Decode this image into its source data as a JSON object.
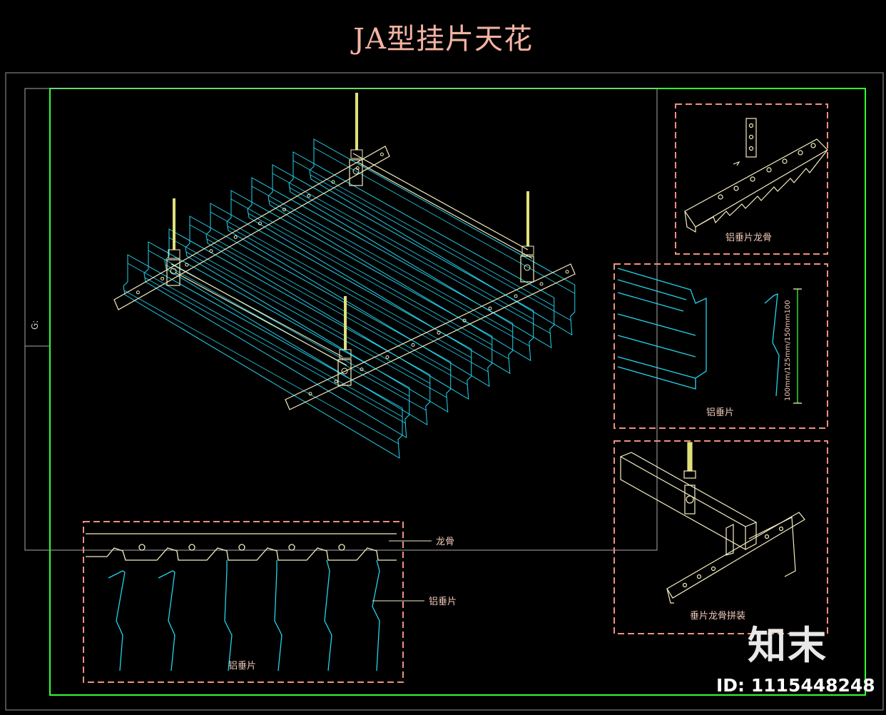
{
  "title": "JA型挂片天花",
  "labels": {
    "keel_detail": "铝垂片龙骨",
    "blade_detail": "铝垂片",
    "dimension": "100mm/125mm/150mm100",
    "assembly_detail": "垂片龙骨拼装",
    "callout_keel": "龙骨",
    "callout_blade": "铝垂片",
    "section_caption": "铝垂片"
  },
  "side_mark": "G:",
  "logo_text": "知末",
  "id_text": "ID: 1115448248",
  "colors": {
    "background": "#000000",
    "frame_green": "#33ff33",
    "blade_cyan": "#22d4ee",
    "rail_cream": "#f5edc0",
    "rod_yellow": "#e0e07a",
    "detail_box_pink": "#f09080"
  }
}
